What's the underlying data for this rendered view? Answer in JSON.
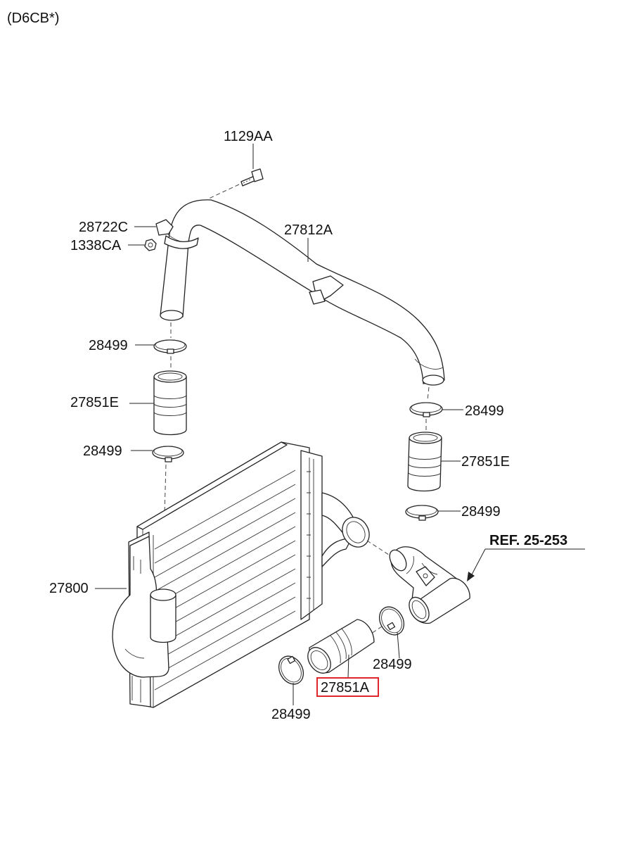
{
  "title": "(D6CB*)",
  "labels": {
    "bolt": "1129AA",
    "bracket": "28722C",
    "nut": "1338CA",
    "upper_pipe": "27812A",
    "clamp_left_upper": "28499",
    "hose_left": "27851E",
    "clamp_left_lower": "28499",
    "clamp_right_upper": "28499",
    "hose_right": "27851E",
    "clamp_right_lower": "28499",
    "intercooler": "27800",
    "reference": "REF. 25-253",
    "clamp_bottom_right": "28499",
    "hose_bottom": "27851A",
    "clamp_bottom_left": "28499"
  },
  "highlight": {
    "part": "hose_bottom",
    "color": "#e0252b"
  },
  "colors": {
    "line": "#222222",
    "background": "#ffffff"
  }
}
